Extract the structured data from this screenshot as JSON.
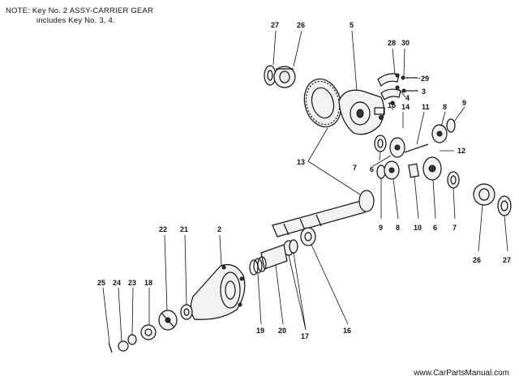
{
  "note": {
    "line1": "NOTE: Key No. 2 ASSY-CARRIER GEAR",
    "line2": "includes Key No. 3, 4."
  },
  "footer": "www.CarPartsManual.com",
  "callouts": {
    "k27a": "27",
    "k26a": "26",
    "k5": "5",
    "k28": "28",
    "k30": "30",
    "k29": "29",
    "k4": "4",
    "k3": "3",
    "k15": "15",
    "k14": "14",
    "k11": "11",
    "k8a": "8",
    "k9a": "9",
    "k12": "12",
    "k13": "13",
    "k7a": "7",
    "k6a": "6",
    "k9b": "9",
    "k8b": "8",
    "k10": "10",
    "k6b": "6",
    "k7b": "7",
    "k26b": "26",
    "k27b": "27",
    "k22": "22",
    "k21": "21",
    "k2": "2",
    "k25": "25",
    "k24": "24",
    "k23": "23",
    "k18": "18",
    "k19": "19",
    "k20": "20",
    "k17": "17",
    "k16": "16"
  }
}
